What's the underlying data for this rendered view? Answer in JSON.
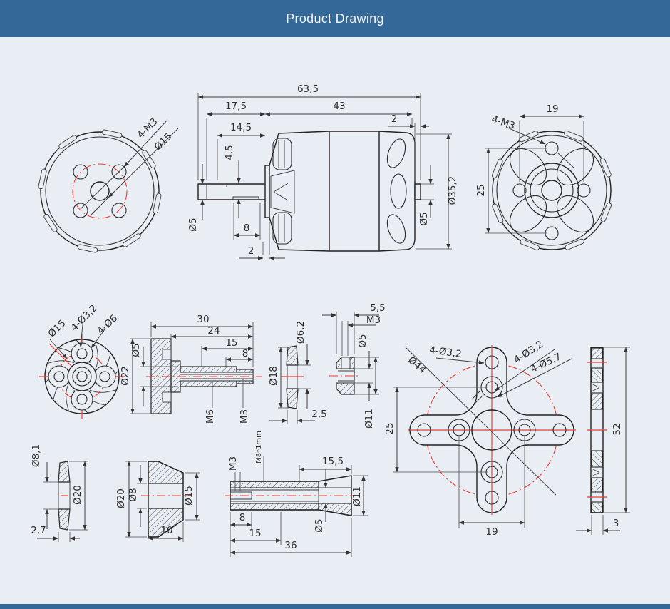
{
  "header": {
    "title": "Product Drawing"
  },
  "colors": {
    "header_bg": "#336899",
    "page_bg": "#e9edf4",
    "line": "#222222",
    "centerline_red": "#f23b30"
  },
  "views": {
    "rear": {
      "m3": "4-M3",
      "d15": "Ø15"
    },
    "side": {
      "l635": "63,5",
      "l175": "17,5",
      "l43": "43",
      "r2": "2",
      "l145": "14,5",
      "g45": "4,5",
      "d5f": "Ø5",
      "k8": "8",
      "c2": "2",
      "d352": "Ø35,2",
      "d5r": "Ø5"
    },
    "front": {
      "h19": "19",
      "v25": "25",
      "m3": "4-M3"
    },
    "fan": {
      "d15": "Ø15",
      "d32": "4-Ø3,2",
      "d6": "4-Ø6"
    },
    "hub": {
      "l30": "30",
      "l24": "24",
      "l15": "15",
      "l8": "8",
      "d5": "Ø5",
      "d22": "Ø22",
      "m6": "M6",
      "m3": "M3"
    },
    "washer18": {
      "d18": "Ø18",
      "d62": "Ø6,2",
      "t25": "2,5"
    },
    "nut": {
      "w55": "5,5",
      "m3": "M3",
      "d5": "Ø5",
      "d11": "Ø11"
    },
    "cross": {
      "t32": "4-Ø3,2",
      "d44": "Ø44",
      "i32": "4-Ø3,2",
      "c57": "4-Ø5,7",
      "v25": "25",
      "h19": "19"
    },
    "plate": {
      "h52": "52",
      "t3": "3"
    },
    "washer20": {
      "d81": "Ø8,1",
      "d20": "Ø20",
      "t27": "2,7"
    },
    "cone": {
      "d20": "Ø20",
      "d8": "Ø8",
      "d15": "Ø15",
      "l10": "10"
    },
    "prop": {
      "m3": "M3",
      "m8": "M8*1mm",
      "l155": "15,5",
      "d11": "Ø11",
      "l8": "8",
      "l15": "15",
      "l36": "36",
      "d5": "Ø5"
    }
  }
}
